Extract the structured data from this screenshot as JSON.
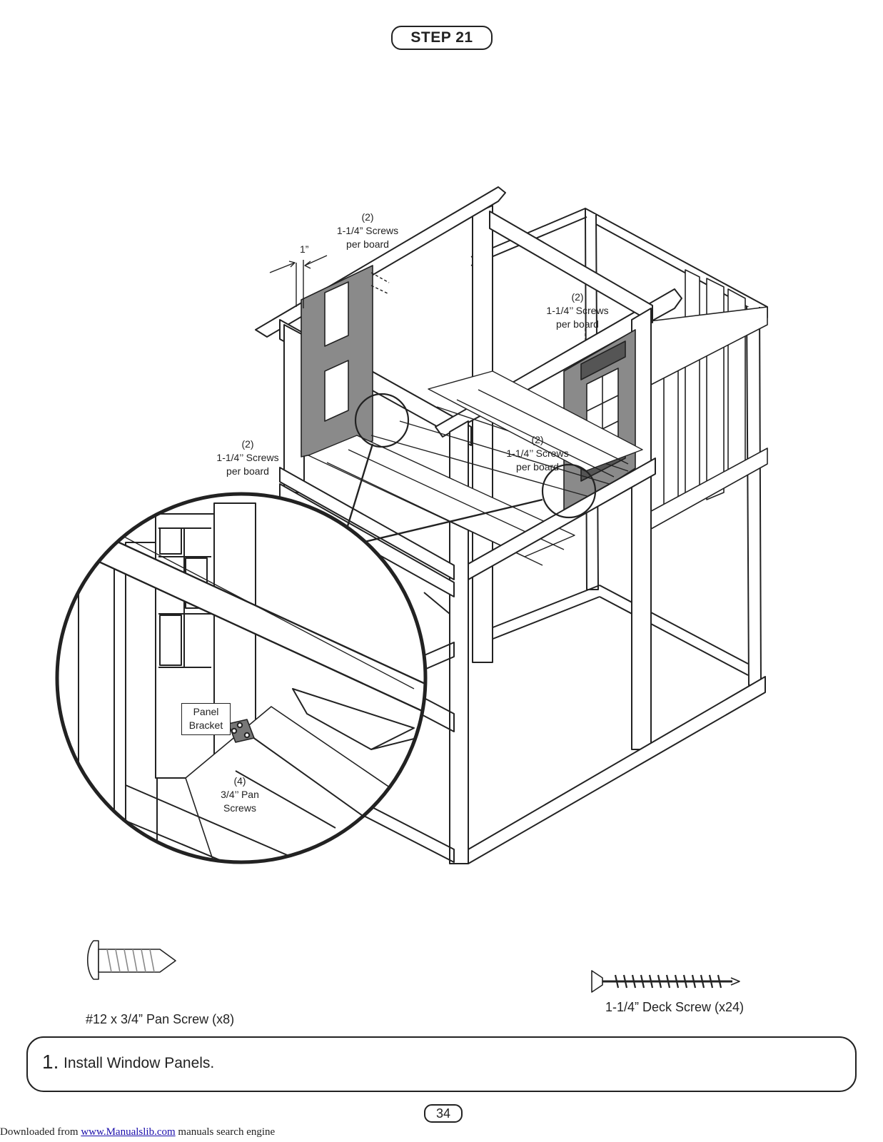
{
  "header": {
    "step_label": "STEP 21"
  },
  "callouts": {
    "top_left": {
      "count": "(2)",
      "size": "1-1/4” Screws",
      "unit": "per board"
    },
    "top_right": {
      "count": "(2)",
      "size": "1-1/4’’ Screws",
      "unit": "per board"
    },
    "left": {
      "count": "(2)",
      "size": "1-1/4’’ Screws",
      "unit": "per board"
    },
    "middle_right": {
      "count": "(2)",
      "size": "1-1/4’’ Screws",
      "unit": "per board"
    },
    "dimension": "1”",
    "panel_bracket": {
      "line1": "Panel",
      "line2": "Bracket"
    },
    "pan_screws": {
      "count": "(4)",
      "size": "3/4’’ Pan",
      "unit": "Screws"
    }
  },
  "hardware": {
    "pan_screw": {
      "label": "#12 x 3/4” Pan Screw (x8)",
      "icon": "pan-screw-icon"
    },
    "deck_screw": {
      "label": "1-1/4” Deck Screw (x24)",
      "icon": "deck-screw-icon"
    }
  },
  "instructions": {
    "number": "1.",
    "text": "Install Window Panels."
  },
  "page_number": "34",
  "footer": {
    "prefix": "Downloaded from ",
    "link_text": "www.Manualslib.com",
    "suffix": " manuals search engine"
  },
  "colors": {
    "panel_fill": "#8a8a8a",
    "line": "#222222",
    "link": "#1a0dab"
  }
}
